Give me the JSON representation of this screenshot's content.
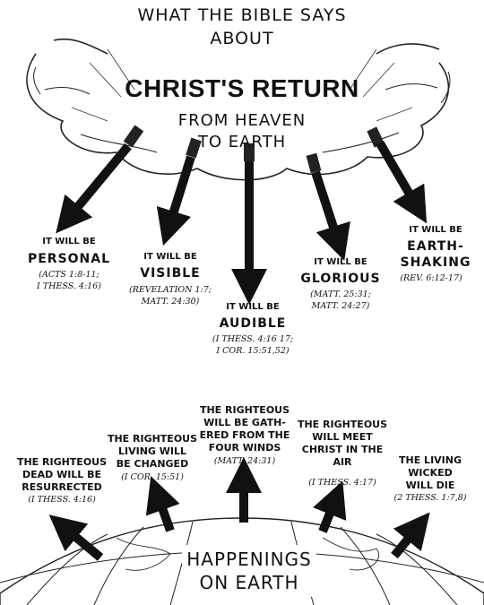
{
  "header": {
    "line1": "WHAT THE BIBLE SAYS",
    "line2": "ABOUT",
    "title": "CHRIST'S RETURN",
    "sub1": "FROM HEAVEN",
    "sub2": "TO EARTH"
  },
  "return_traits": [
    {
      "pre": "IT WILL BE",
      "word": "PERSONAL",
      "ref1": "(ACTS 1:8-11;",
      "ref2": "I THESS. 4:16)"
    },
    {
      "pre": "IT WILL BE",
      "word": "VISIBLE",
      "ref1": "(REVELATION 1:7;",
      "ref2": "MATT. 24:30)"
    },
    {
      "pre": "IT WILL BE",
      "word": "AUDIBLE",
      "ref1": "(I THESS. 4:16 17;",
      "ref2": "I COR. 15:51,52)"
    },
    {
      "pre": "IT WILL BE",
      "word": "GLORIOUS",
      "ref1": "(MATT. 25:31;",
      "ref2": "MATT. 24:27)"
    },
    {
      "pre": "IT WILL BE",
      "word1": "EARTH-",
      "word2": "SHAKING",
      "ref": "(REV. 6:12-17)"
    }
  ],
  "happenings": {
    "label1": "HAPPENINGS",
    "label2": "ON EARTH",
    "items": [
      {
        "l1": "THE RIGHTEOUS",
        "l2": "DEAD WILL BE",
        "l3": "RESURRECTED",
        "ref": "(I THESS. 4:16)"
      },
      {
        "l1": "THE RIGHTEOUS",
        "l2": "LIVING WILL",
        "l3": "BE CHANGED",
        "ref": "(I COR. 15:51)"
      },
      {
        "l1": "THE RIGHTEOUS",
        "l2": "WILL BE GATH-",
        "l3": "ERED FROM THE",
        "l4": "FOUR WINDS",
        "ref": "(MATT. 24:31)"
      },
      {
        "l1": "THE RIGHTEOUS",
        "l2": "WILL MEET",
        "l3": "CHRIST IN THE",
        "l4": "AIR",
        "ref": "(I THESS. 4:17)"
      },
      {
        "l1": "THE LIVING",
        "l2": "WICKED",
        "l3": "WILL DIE",
        "ref": "(2 THESS. 1:7,8)"
      }
    ]
  }
}
